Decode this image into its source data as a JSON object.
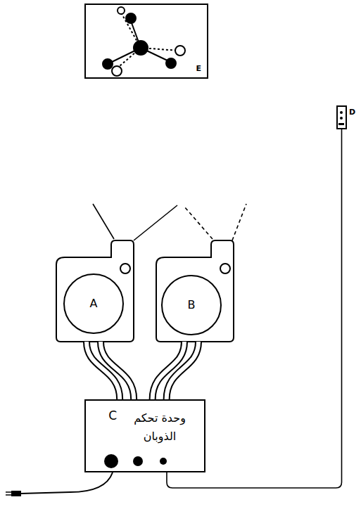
{
  "diagram": {
    "nodes": [
      {
        "text": [
          "E"
        ]
      },
      {
        "text": [
          "D"
        ]
      },
      {
        "text": [
          "A"
        ]
      },
      {
        "text": [
          "B"
        ]
      },
      {
        "text": [
          "C",
          "وحدة تحكم الذوبان"
        ]
      }
    ],
    "edges": [
      {
        "from": 2,
        "to": 4,
        "arrow": "none"
      },
      {
        "from": 3,
        "to": 4,
        "arrow": "none"
      },
      {
        "from": 1,
        "to": 4,
        "arrow": "none"
      }
    ]
  }
}
